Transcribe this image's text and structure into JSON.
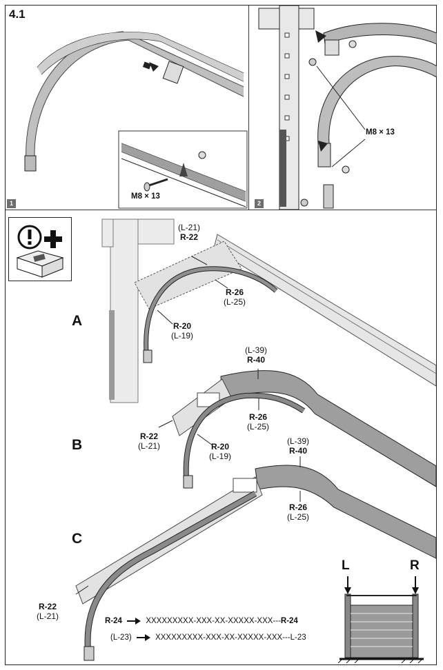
{
  "section": "4.1",
  "panels": [
    "1",
    "2"
  ],
  "bolt_label_1": "M8 × 13",
  "bolt_label_2": "M8 × 13",
  "rows": {
    "A": {
      "letter": "A",
      "r22": {
        "paren": "(L-21)",
        "main": "R-22"
      },
      "r26": {
        "main": "R-26",
        "paren": "(L-25)"
      },
      "r20": {
        "main": "R-20",
        "paren": "(L-19)"
      }
    },
    "B": {
      "letter": "B",
      "r40": {
        "paren": "(L-39)",
        "main": "R-40"
      },
      "r26": {
        "main": "R-26",
        "paren": "(L-25)"
      },
      "r22": {
        "main": "R-22",
        "paren": "(L-21)"
      },
      "r20": {
        "main": "R-20",
        "paren": "(L-19)"
      }
    },
    "C": {
      "letter": "C",
      "r40": {
        "paren": "(L-39)",
        "main": "R-40"
      },
      "r26": {
        "main": "R-26",
        "paren": "(L-25)"
      },
      "r22": {
        "main": "R-22",
        "paren": "(L-21)"
      }
    }
  },
  "codes": {
    "right": {
      "label": "R-24",
      "code": "XXXXXXXXX-XXX-XX-XXXXX-XXX---",
      "end": "R-24"
    },
    "left": {
      "label": "(L-23)",
      "code": "XXXXXXXXX-XXX-XX-XXXXX-XXX---",
      "end": "L-23"
    }
  },
  "door": {
    "left": "L",
    "right": "R"
  }
}
